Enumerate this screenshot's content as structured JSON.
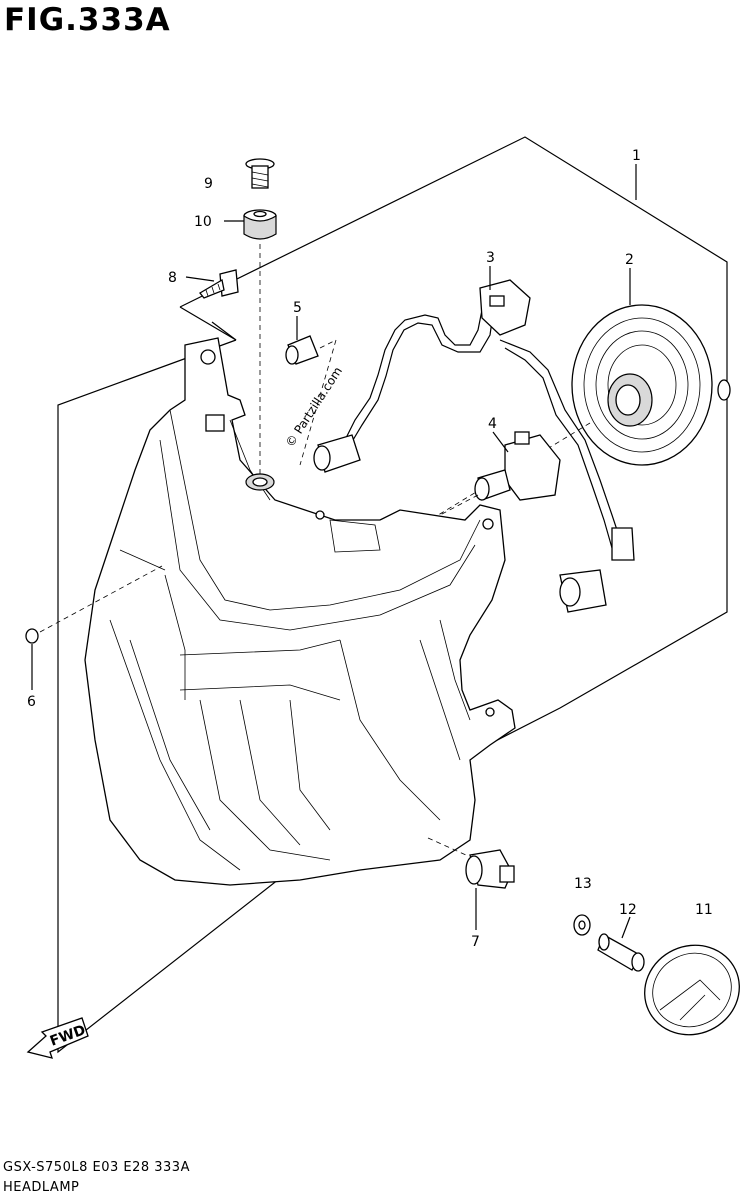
{
  "figure": {
    "title": "FIG.333A",
    "model_code": "GSX-S750L8  E03  E28  333A",
    "section_name": "HEADLAMP"
  },
  "watermark": "© Partzilla.com",
  "direction_arrow": "FWD",
  "callouts": [
    {
      "id": "c1",
      "label": "1"
    },
    {
      "id": "c2",
      "label": "2"
    },
    {
      "id": "c3",
      "label": "3"
    },
    {
      "id": "c4",
      "label": "4"
    },
    {
      "id": "c5",
      "label": "5"
    },
    {
      "id": "c6",
      "label": "6"
    },
    {
      "id": "c7",
      "label": "7"
    },
    {
      "id": "c8",
      "label": "8"
    },
    {
      "id": "c9",
      "label": "9"
    },
    {
      "id": "c10",
      "label": "10"
    },
    {
      "id": "c11",
      "label": "11"
    },
    {
      "id": "c12",
      "label": "12"
    },
    {
      "id": "c13",
      "label": "13"
    }
  ]
}
